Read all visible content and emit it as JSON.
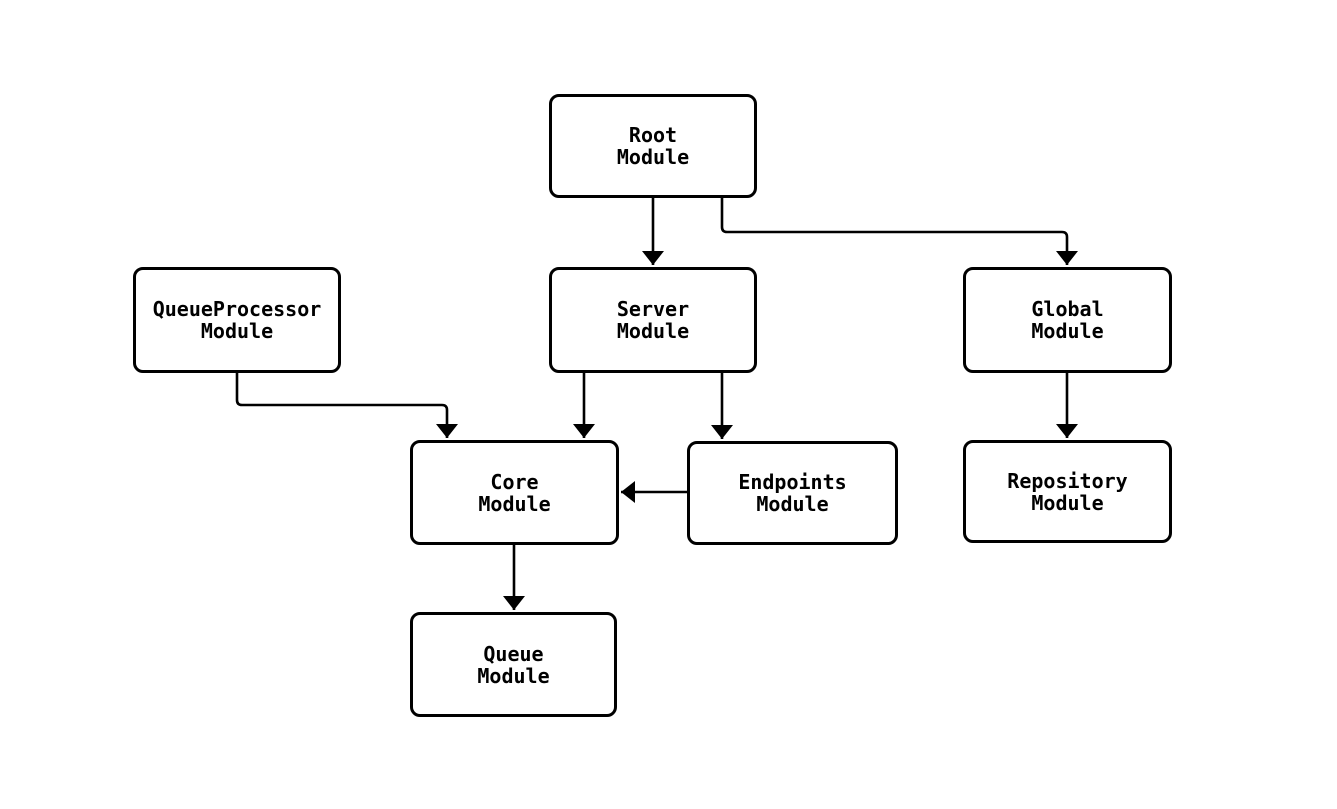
{
  "diagram": {
    "type": "flowchart",
    "direction": "top-down",
    "background_color": "#ffffff",
    "node_fill_color": "#ffffff",
    "node_stroke_color": "#000000",
    "text_color": "#000000",
    "nodes": {
      "root": {
        "label": "Root\nModule"
      },
      "queueprocessor": {
        "label": "QueueProcessor\nModule"
      },
      "server": {
        "label": "Server\nModule"
      },
      "global": {
        "label": "Global\nModule"
      },
      "core": {
        "label": "Core\nModule"
      },
      "endpoints": {
        "label": "Endpoints\nModule"
      },
      "repository": {
        "label": "Repository\nModule"
      },
      "queue": {
        "label": "Queue\nModule"
      }
    },
    "edges": [
      {
        "from": "Root Module",
        "to": "Server Module"
      },
      {
        "from": "Root Module",
        "to": "Global Module"
      },
      {
        "from": "QueueProcessor Module",
        "to": "Core Module"
      },
      {
        "from": "Server Module",
        "to": "Core Module"
      },
      {
        "from": "Server Module",
        "to": "Endpoints Module"
      },
      {
        "from": "Endpoints Module",
        "to": "Core Module"
      },
      {
        "from": "Global Module",
        "to": "Repository Module"
      },
      {
        "from": "Core Module",
        "to": "Queue Module"
      }
    ]
  }
}
